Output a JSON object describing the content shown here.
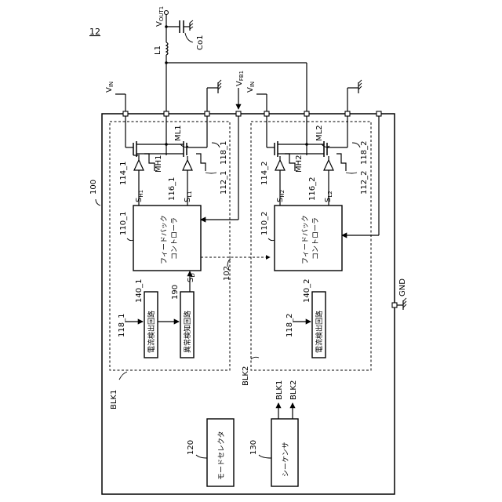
{
  "figure_number": "12",
  "chip": {
    "ref": "100",
    "gnd_label": "GND"
  },
  "bus": {
    "ref": "102"
  },
  "power": {
    "vout": "V",
    "vout_sub": "OUT1",
    "inductor": "L1",
    "capacitor": "Co1",
    "vin": "V",
    "vin_sub": "IN",
    "vfb": "V",
    "vfb_sub": "FB1"
  },
  "blocks": [
    {
      "name": "BLK1",
      "transistor_high": "MH1",
      "transistor_low": "ML1",
      "driver_high": "114_1",
      "driver_low": "116_1",
      "sense_high_ref": "118_1",
      "sense_low_ref": "112_1",
      "signal_high": "S",
      "signal_high_sub": "H1",
      "signal_low": "S",
      "signal_low_sub": "L1",
      "controller_ref": "110_1",
      "controller_label": [
        "フィードバック",
        "コントローラ"
      ],
      "current_detector_ref": "140_1",
      "current_detector_label": "電流検出回路",
      "current_input_ref": "118_1",
      "fault_ref": "190",
      "fault_label": "異常検知回路",
      "fault_signal": "S",
      "fault_signal_sub": "D"
    },
    {
      "name": "BLK2",
      "transistor_high": "MH2",
      "transistor_low": "ML2",
      "driver_high": "114_2",
      "driver_low": "116_2",
      "sense_high_ref": "118_2",
      "sense_low_ref": "112_2",
      "signal_high": "S",
      "signal_high_sub": "H2",
      "signal_low": "S",
      "signal_low_sub": "L2",
      "controller_ref": "110_2",
      "controller_label": [
        "フィードバック",
        "コントローラ"
      ],
      "current_detector_ref": "140_2",
      "current_detector_label": "電流検出回路",
      "current_input_ref": "118_2"
    }
  ],
  "mode_selector": {
    "ref": "120",
    "label": "モードセレクタ"
  },
  "sequencer": {
    "ref": "130",
    "label": "シーケンサ",
    "out1": "BLK1",
    "out2": "BLK2"
  }
}
